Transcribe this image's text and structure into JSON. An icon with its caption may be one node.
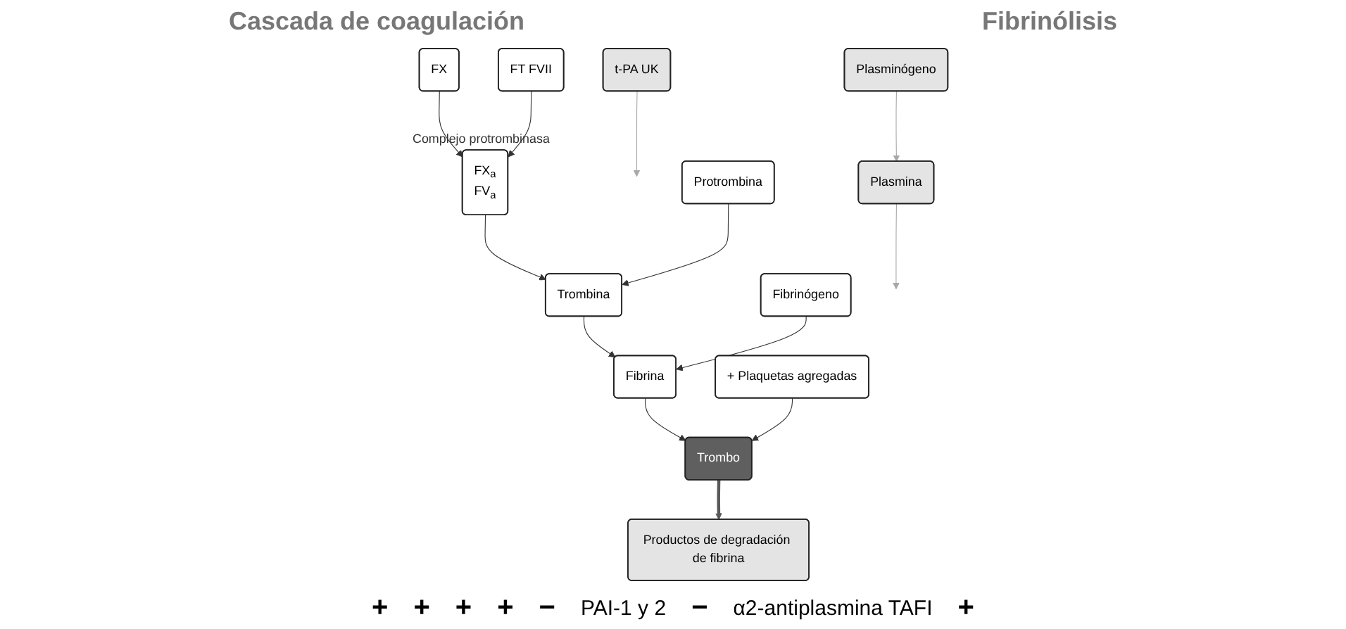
{
  "diagram": {
    "nodes": [
      {
        "text": [
          "FX"
        ]
      },
      {
        "text": [
          "FT FVII"
        ]
      },
      {
        "text": [
          "FX$_{a}$",
          "FV$_{a}$"
        ],
        "beside": [
          "Complejo protrombinasa"
        ]
      },
      {
        "text": [
          "Protrombina"
        ]
      },
      {
        "text": [
          "Trombina"
        ]
      },
      {
        "text": [
          "Fibrinógeno"
        ]
      },
      {
        "text": [
          "Fibrina"
        ]
      },
      {
        "text": [
          "+ Plaquetas agregadas"
        ]
      },
      {
        "text": [
          "Trombo"
        ]
      },
      {
        "text": [
          "Productos de degradación de fibrina"
        ]
      },
      {
        "text": [
          "Plasminógeno"
        ]
      },
      {
        "text": [
          "t-PA UK"
        ]
      },
      {
        "text": [
          "Plasmina"
        ]
      }
    ],
    "edges": [
      {
        "from": 0,
        "to": 2,
        "arrow": "to"
      },
      {
        "from": 1,
        "to": 2,
        "arrow": "to"
      },
      {
        "from": 2,
        "to": 4,
        "arrow": "to"
      },
      {
        "from": 3,
        "to": 4,
        "arrow": "to"
      },
      {
        "from": 4,
        "to": 6,
        "arrow": "to"
      },
      {
        "from": 5,
        "to": 6,
        "arrow": "to"
      },
      {
        "from": 6,
        "to": 8,
        "arrow": "to"
      },
      {
        "from": 7,
        "to": 8,
        "arrow": "to"
      },
      {
        "from": 8,
        "to": 9,
        "arrow": "to",
        "style": "thick",
        "color": "#595959"
      },
      {
        "from": 10,
        "to": 12,
        "arrow": "to",
        "color": "#a8a8a8"
      },
      {
        "from": 11,
        "to": null,
        "arrow": "to",
        "color": "#a8a8a8"
      },
      {
        "from": 12,
        "to": null,
        "arrow": "to",
        "color": "#a8a8a8"
      }
    ],
    "labels": [
      "Cascada de coagulación",
      "Fibrinólisis",
      "+",
      "+",
      "+",
      "+",
      "−",
      "PAI-1 y 2",
      "−",
      "α2-antiplasmina TAFI",
      "+"
    ]
  }
}
